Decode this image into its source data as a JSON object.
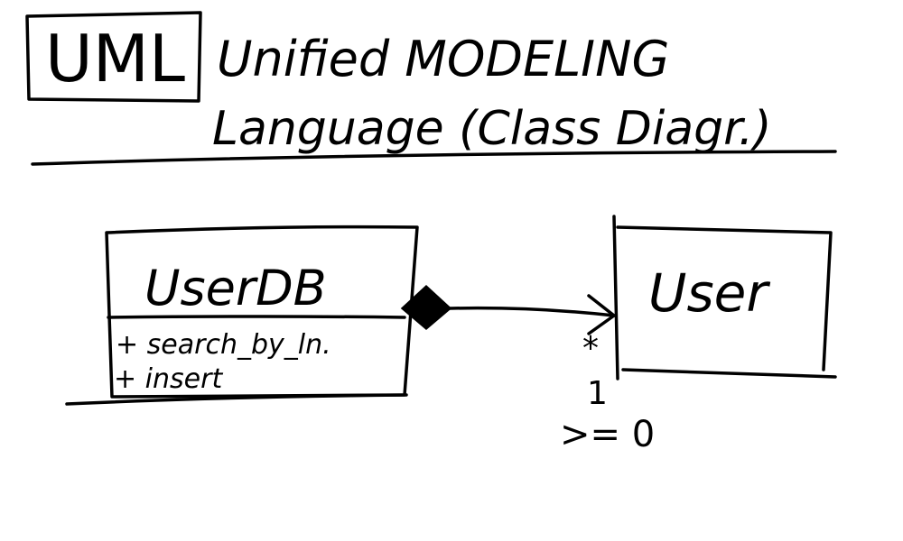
{
  "title": {
    "badge": "UML",
    "line1": "Unified MODELING",
    "line2": "Language (Class Diagr.)"
  },
  "classes": [
    {
      "name": "UserDB",
      "methods": [
        "+ search_by_ln.",
        "+ insert"
      ]
    },
    {
      "name": "User"
    }
  ],
  "association": {
    "type": "composition",
    "multiplicity_star": "*",
    "multiplicity_one": "1",
    "multiplicity_note": ">= 0"
  }
}
